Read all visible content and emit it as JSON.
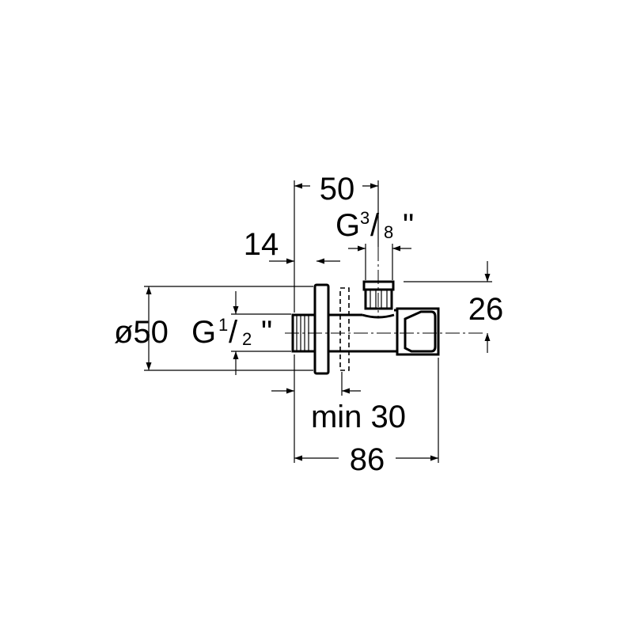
{
  "colors": {
    "stroke": "#000000",
    "background": "#ffffff"
  },
  "dimensions": {
    "depth_50": "50",
    "flange_14": "14",
    "outlet_thread_prefix": "G",
    "outlet_thread_num": "3",
    "outlet_thread_den": "8",
    "outlet_thread_inch": "\"",
    "height_26": "26",
    "rosette_diameter": "ø50",
    "inlet_thread_prefix": "G",
    "inlet_thread_num": "1",
    "inlet_thread_den": "2",
    "inlet_thread_inch": "\"",
    "min_30": "min 30",
    "total_86": "86"
  }
}
